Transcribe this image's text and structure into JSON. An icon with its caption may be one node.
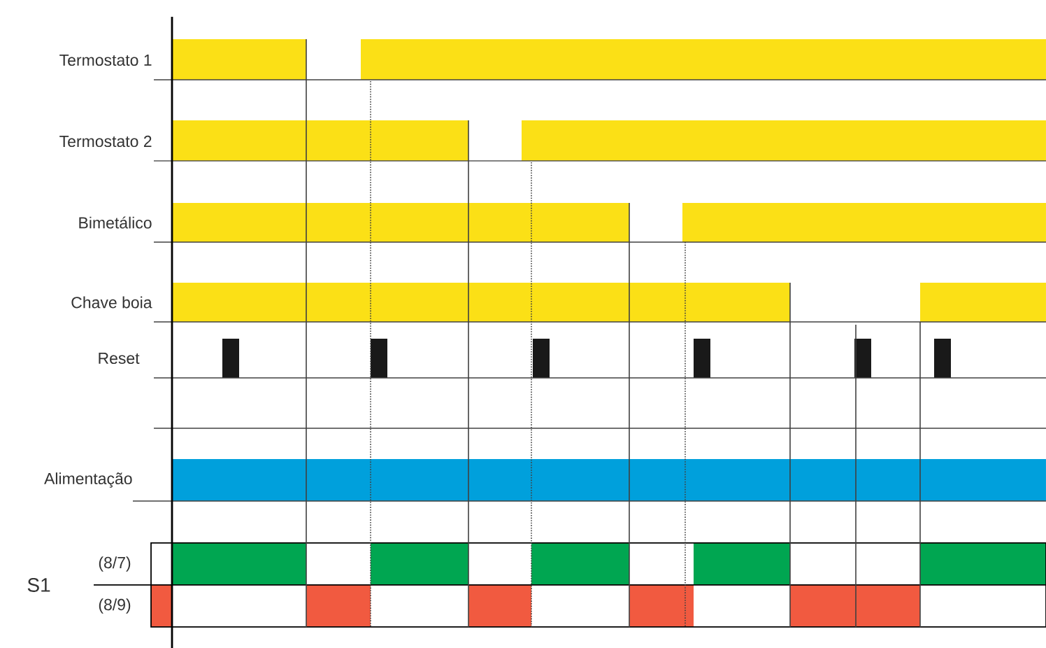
{
  "diagram": {
    "labels": [
      "Termostato 1",
      "Termostato 2",
      "Bimetálico",
      "Chave boia",
      "Reset",
      "Alimentação",
      "S1",
      "(8/7)",
      "(8/9)"
    ]
  }
}
